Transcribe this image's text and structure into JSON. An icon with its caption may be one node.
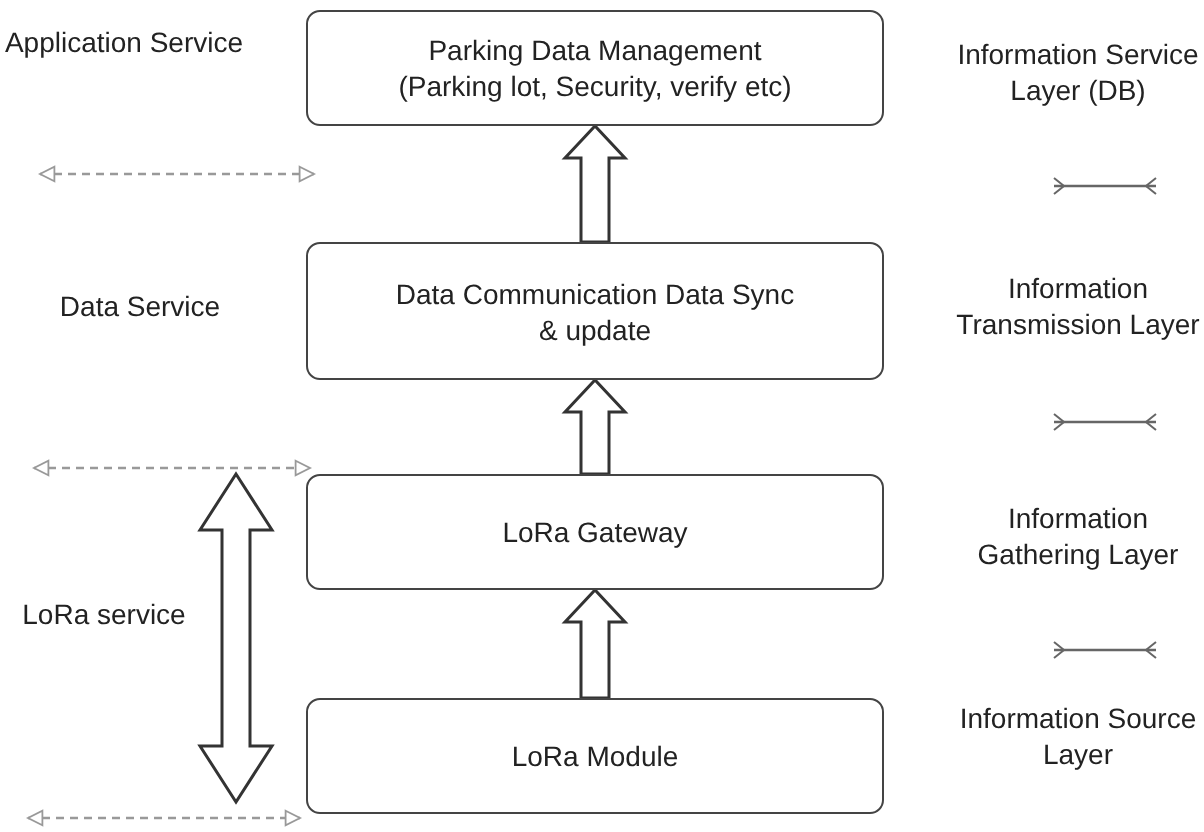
{
  "diagram": {
    "nodes": [
      {
        "text": [
          "Parking Data Management (Parking lot, Security, verify etc)"
        ]
      },
      {
        "text": [
          "Data Communication Data Sync & update"
        ]
      },
      {
        "text": [
          "LoRa Gateway"
        ]
      },
      {
        "text": [
          "LoRa Module"
        ]
      }
    ],
    "edges": [
      {
        "from": 3,
        "to": 2,
        "arrow": "to",
        "style": "thick"
      },
      {
        "from": 2,
        "to": 1,
        "arrow": "to",
        "style": "thick"
      },
      {
        "from": 1,
        "to": 0,
        "arrow": "to",
        "style": "thick"
      }
    ],
    "labels": [
      "Application Service",
      "Information Service Layer (DB)",
      "Data Service",
      "Information Transmission Layer",
      "Information Gathering Layer",
      "LoRa service",
      "Information Source Layer"
    ]
  }
}
